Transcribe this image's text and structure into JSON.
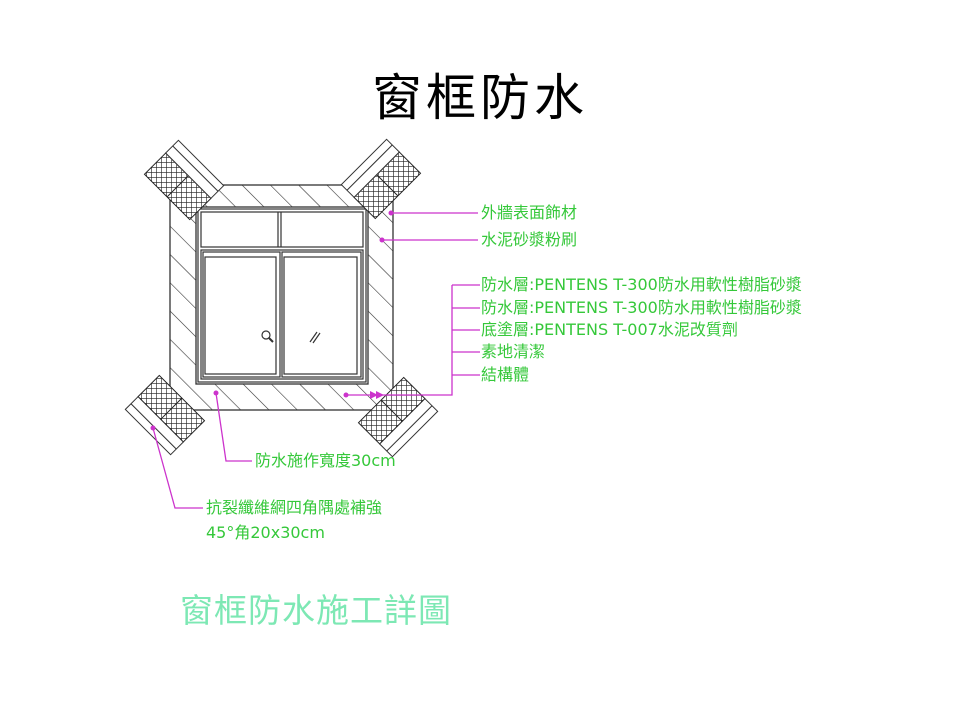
{
  "title": "窗框防水",
  "caption": "窗框防水施工詳圖",
  "colors": {
    "label": "#35c83a",
    "leader": "#cc33cc",
    "caption": "#7de8b4",
    "line": "#333333"
  },
  "labels": {
    "finish": "外牆表面飾材",
    "mortar": "水泥砂漿粉刷",
    "layers": [
      "防水層:PENTENS T-300防水用軟性樹脂砂漿",
      "防水層:PENTENS T-300防水用軟性樹脂砂漿",
      "底塗層:PENTENS T-007水泥改質劑",
      "素地清潔",
      "結構體"
    ],
    "width_note": "防水施作寬度30cm",
    "mesh_note_1": "抗裂纖維網四角隅處補強",
    "mesh_note_2": "45°角20x30cm"
  }
}
